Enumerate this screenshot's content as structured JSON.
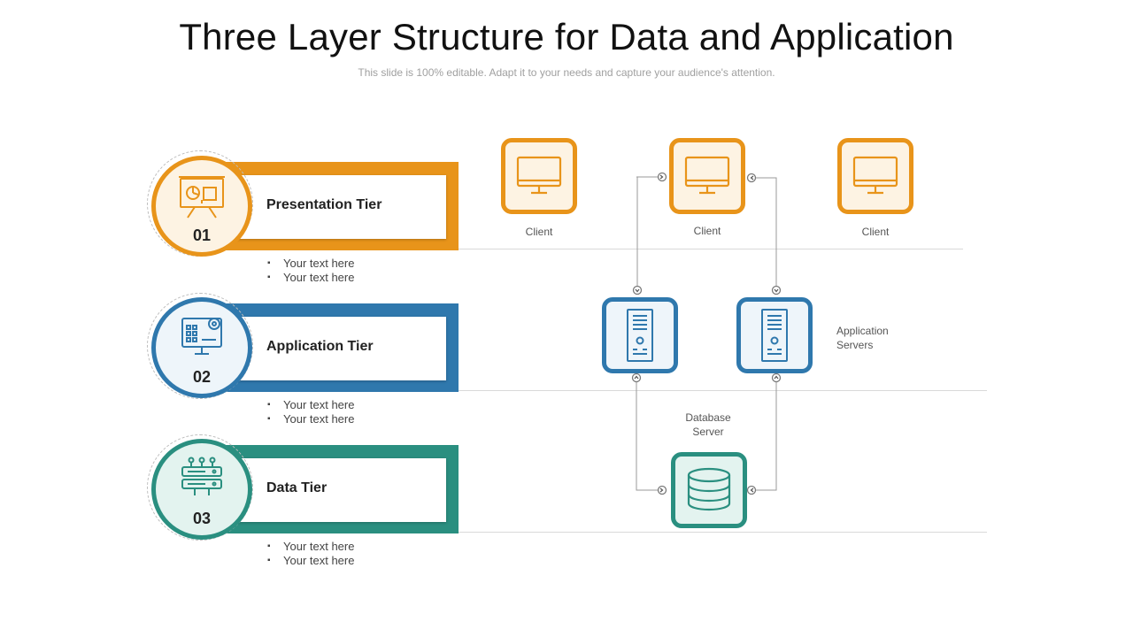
{
  "header": {
    "title": "Three Layer Structure for Data and Application",
    "subtitle": "This slide is 100% editable. Adapt it to your needs and capture your audience's attention."
  },
  "colors": {
    "orange": "#e8941a",
    "blue": "#2f78ad",
    "teal": "#2a8f80"
  },
  "tiers": [
    {
      "number": "01",
      "label": "Presentation Tier",
      "icon": "presentation-board-icon",
      "bullets": [
        "Your text here",
        "Your text here"
      ]
    },
    {
      "number": "02",
      "label": "Application Tier",
      "icon": "monitor-settings-icon",
      "bullets": [
        "Your text here",
        "Your text here"
      ]
    },
    {
      "number": "03",
      "label": "Data Tier",
      "icon": "server-rack-icon",
      "bullets": [
        "Your text here",
        "Your text here"
      ]
    }
  ],
  "diagram": {
    "clients": [
      {
        "label": "Client",
        "icon": "monitor-icon"
      },
      {
        "label": "Client",
        "icon": "monitor-icon"
      },
      {
        "label": "Client",
        "icon": "monitor-icon"
      }
    ],
    "app_servers": {
      "label_line1": "Application",
      "label_line2": "Servers",
      "icon": "server-tower-icon"
    },
    "database": {
      "label_line1": "Database",
      "label_line2": "Server",
      "icon": "database-icon"
    }
  }
}
